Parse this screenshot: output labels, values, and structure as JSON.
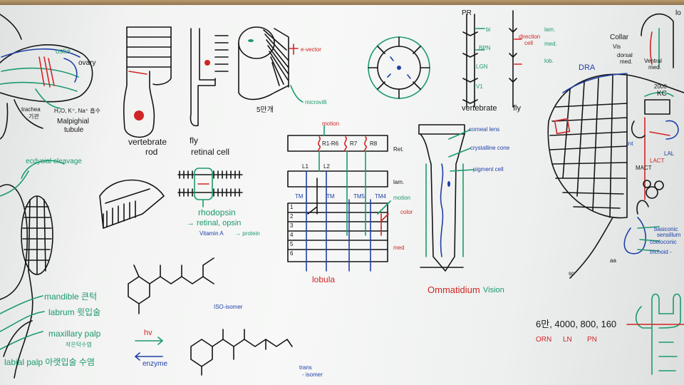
{
  "labels": {
    "ostia": "ostia",
    "ovary": "ovary",
    "trachea": "trachea",
    "trachea_ko": "기관",
    "ions": "H₂O, K⁺, Na⁺ 흡수",
    "malpighian_1": "Malpighial",
    "malpighian_2": "tubule",
    "ecdysial": "ecdysial cleavage",
    "mandible": "mandible 큰턱",
    "labrum": "labrum 윗입술",
    "maxillary": "maxillary palp",
    "maxillary_ko": "작은턱수염",
    "labial": "labial palp 아랫입술 수염",
    "vertebrate_rod_1": "vertebrate",
    "vertebrate_rod_2": "rod",
    "fly_1": "fly",
    "fly_2": "retinal cell",
    "evector": "e-vector",
    "microvilli": "microvilli",
    "count": "5만개",
    "rhodopsin": "rhodopsin",
    "retinal_opsin": "→ retinal, opsin",
    "vitamin": "Vitamin A",
    "protein": "→ protein",
    "iso": "ISO-isomer",
    "hv": "hv",
    "enzyme": "enzyme",
    "trans_1": "trans",
    "trans_2": "- isomer",
    "motion_top": "motion",
    "r16": "R1-R6",
    "r7": "R7",
    "r8": "R8",
    "ret": "Ret.",
    "l1": "L1",
    "l2": "L2",
    "lam": "lam.",
    "tm1": "TM",
    "tm2": "TM",
    "tm3": "TM5",
    "tm4": "TM4",
    "motion_mid": "motion",
    "color": "color",
    "med": "med",
    "lobula": "lobula",
    "rows": [
      "1",
      "2",
      "3",
      "4",
      "5",
      "6"
    ],
    "corneal": "corneal lens",
    "crystalline": "crystalline cone",
    "pigment": "pigment cell",
    "ommatidium": "Ommatidium",
    "vision": "Vision",
    "pr": "PR",
    "bi": "bi",
    "bpn": "BPN",
    "lgn": "LGN",
    "v1": "V1",
    "direction_1": "direction",
    "direction_2": "cell",
    "lam_r": "lam.",
    "med_r": "med.",
    "lob_r": "lob.",
    "vertebrate_col": "vertebrate",
    "fly_col": "fly",
    "dra": "DRA",
    "collar": "Collar",
    "vis": "Vis",
    "dorsal_1": "dorsal",
    "dorsal_2": "med.",
    "ventral_1": "Ventral",
    "ventral_2": "med.",
    "lo": "lo",
    "kc_num": "2000",
    "kc": "KC",
    "lal": "LAL",
    "lact": "LACT",
    "int": "int",
    "mact": "MACT",
    "basiconic_1": "basiconic",
    "basiconic_2": "sensillum",
    "coeloconic": "coeloconic",
    "trichoid": "trichoid -",
    "numbers": "6만, 4000, 800, 160",
    "orn": "ORN",
    "ln": "LN",
    "pn": "PN",
    "aa": "aa",
    "sc": "sc"
  }
}
